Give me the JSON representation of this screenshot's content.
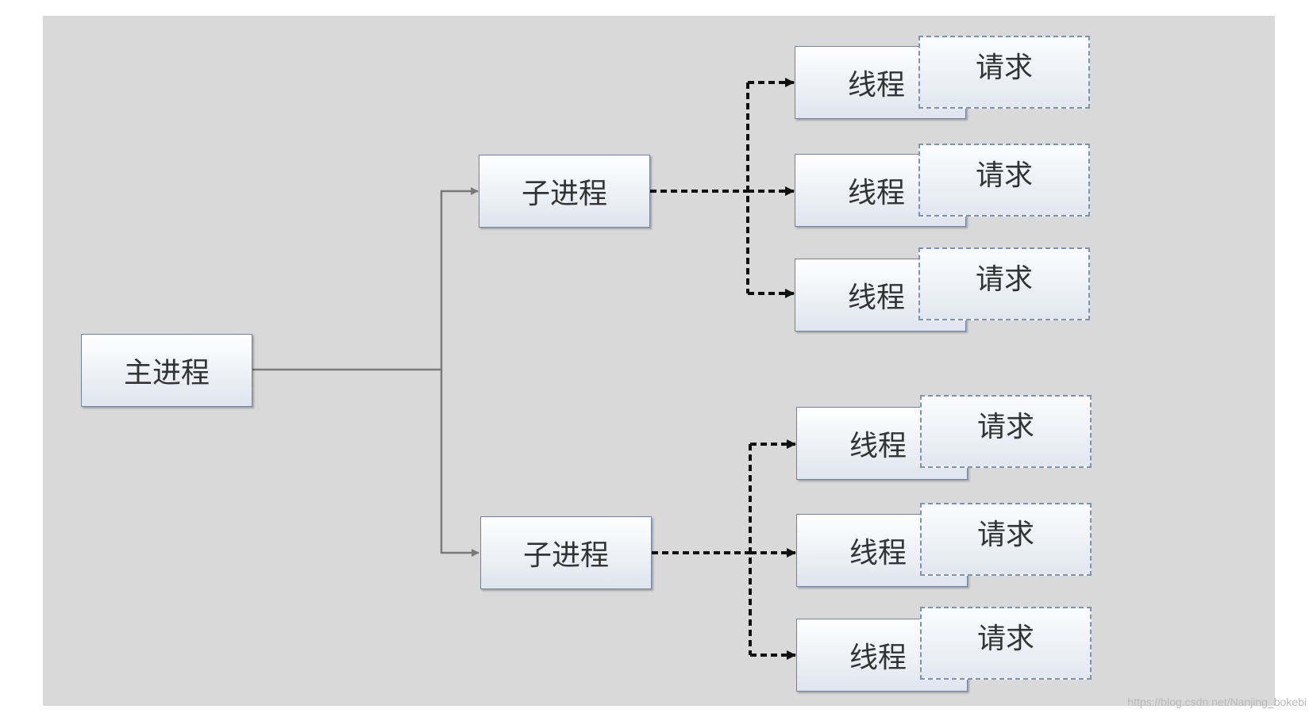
{
  "main": {
    "label": "主进程"
  },
  "children": [
    {
      "label": "子进程",
      "threads": [
        {
          "label": "线程",
          "request": "请求"
        },
        {
          "label": "线程",
          "request": "请求"
        },
        {
          "label": "线程",
          "request": "请求"
        }
      ]
    },
    {
      "label": "子进程",
      "threads": [
        {
          "label": "线程",
          "request": "请求"
        },
        {
          "label": "线程",
          "request": "请求"
        },
        {
          "label": "线程",
          "request": "请求"
        }
      ]
    }
  ],
  "watermark": "https://blog.csdn.net/Nanjing_bokebi",
  "colors": {
    "background": "#d9d9d9",
    "box_border": "#6d83a8",
    "solid_connector": "#7a7a7a",
    "dashed_connector": "#111111"
  }
}
